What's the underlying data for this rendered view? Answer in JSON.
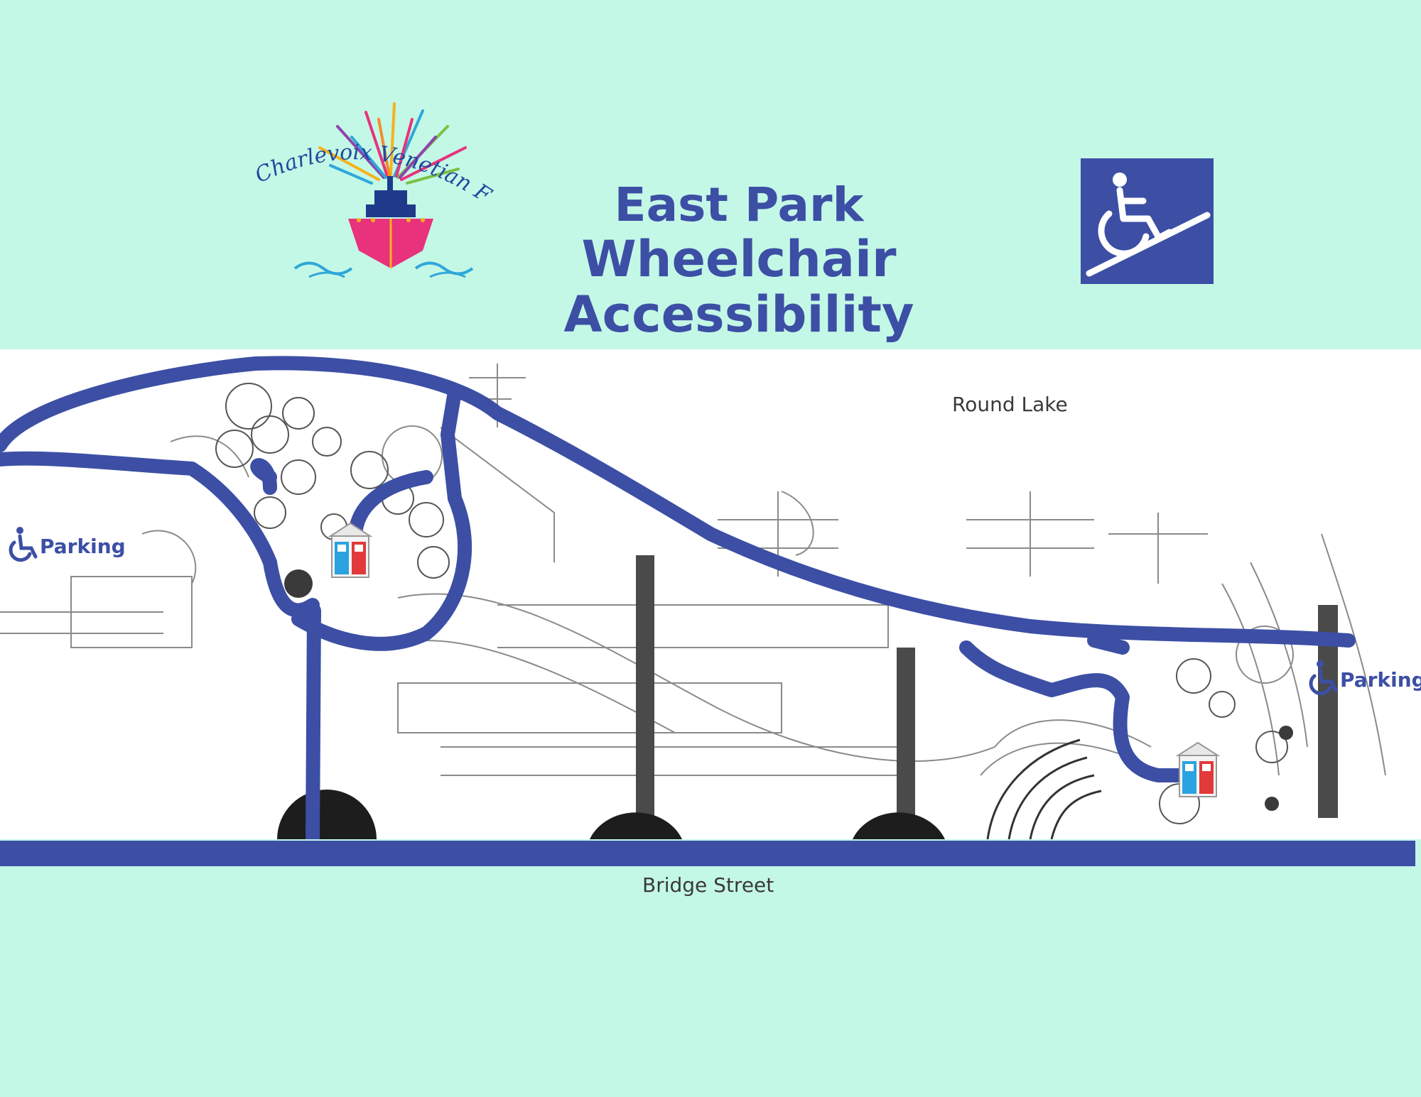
{
  "logo": {
    "text": "Charlevoix Venetian Festival"
  },
  "header": {
    "title_line1": "East Park",
    "title_line2": "Wheelchair Accessibility"
  },
  "map": {
    "water_label": "Round Lake",
    "street_label": "Bridge Street",
    "parking_left_label": "Parking",
    "parking_right_label": "Parking",
    "icons": [
      "wheelchair-ramp-icon",
      "wheelchair-icon",
      "restroom-icon"
    ]
  },
  "colors": {
    "background": "#c4f8e6",
    "accent": "#3c4fa5",
    "restroom_male": "#2aa3e0",
    "restroom_female": "#e23a3a"
  }
}
